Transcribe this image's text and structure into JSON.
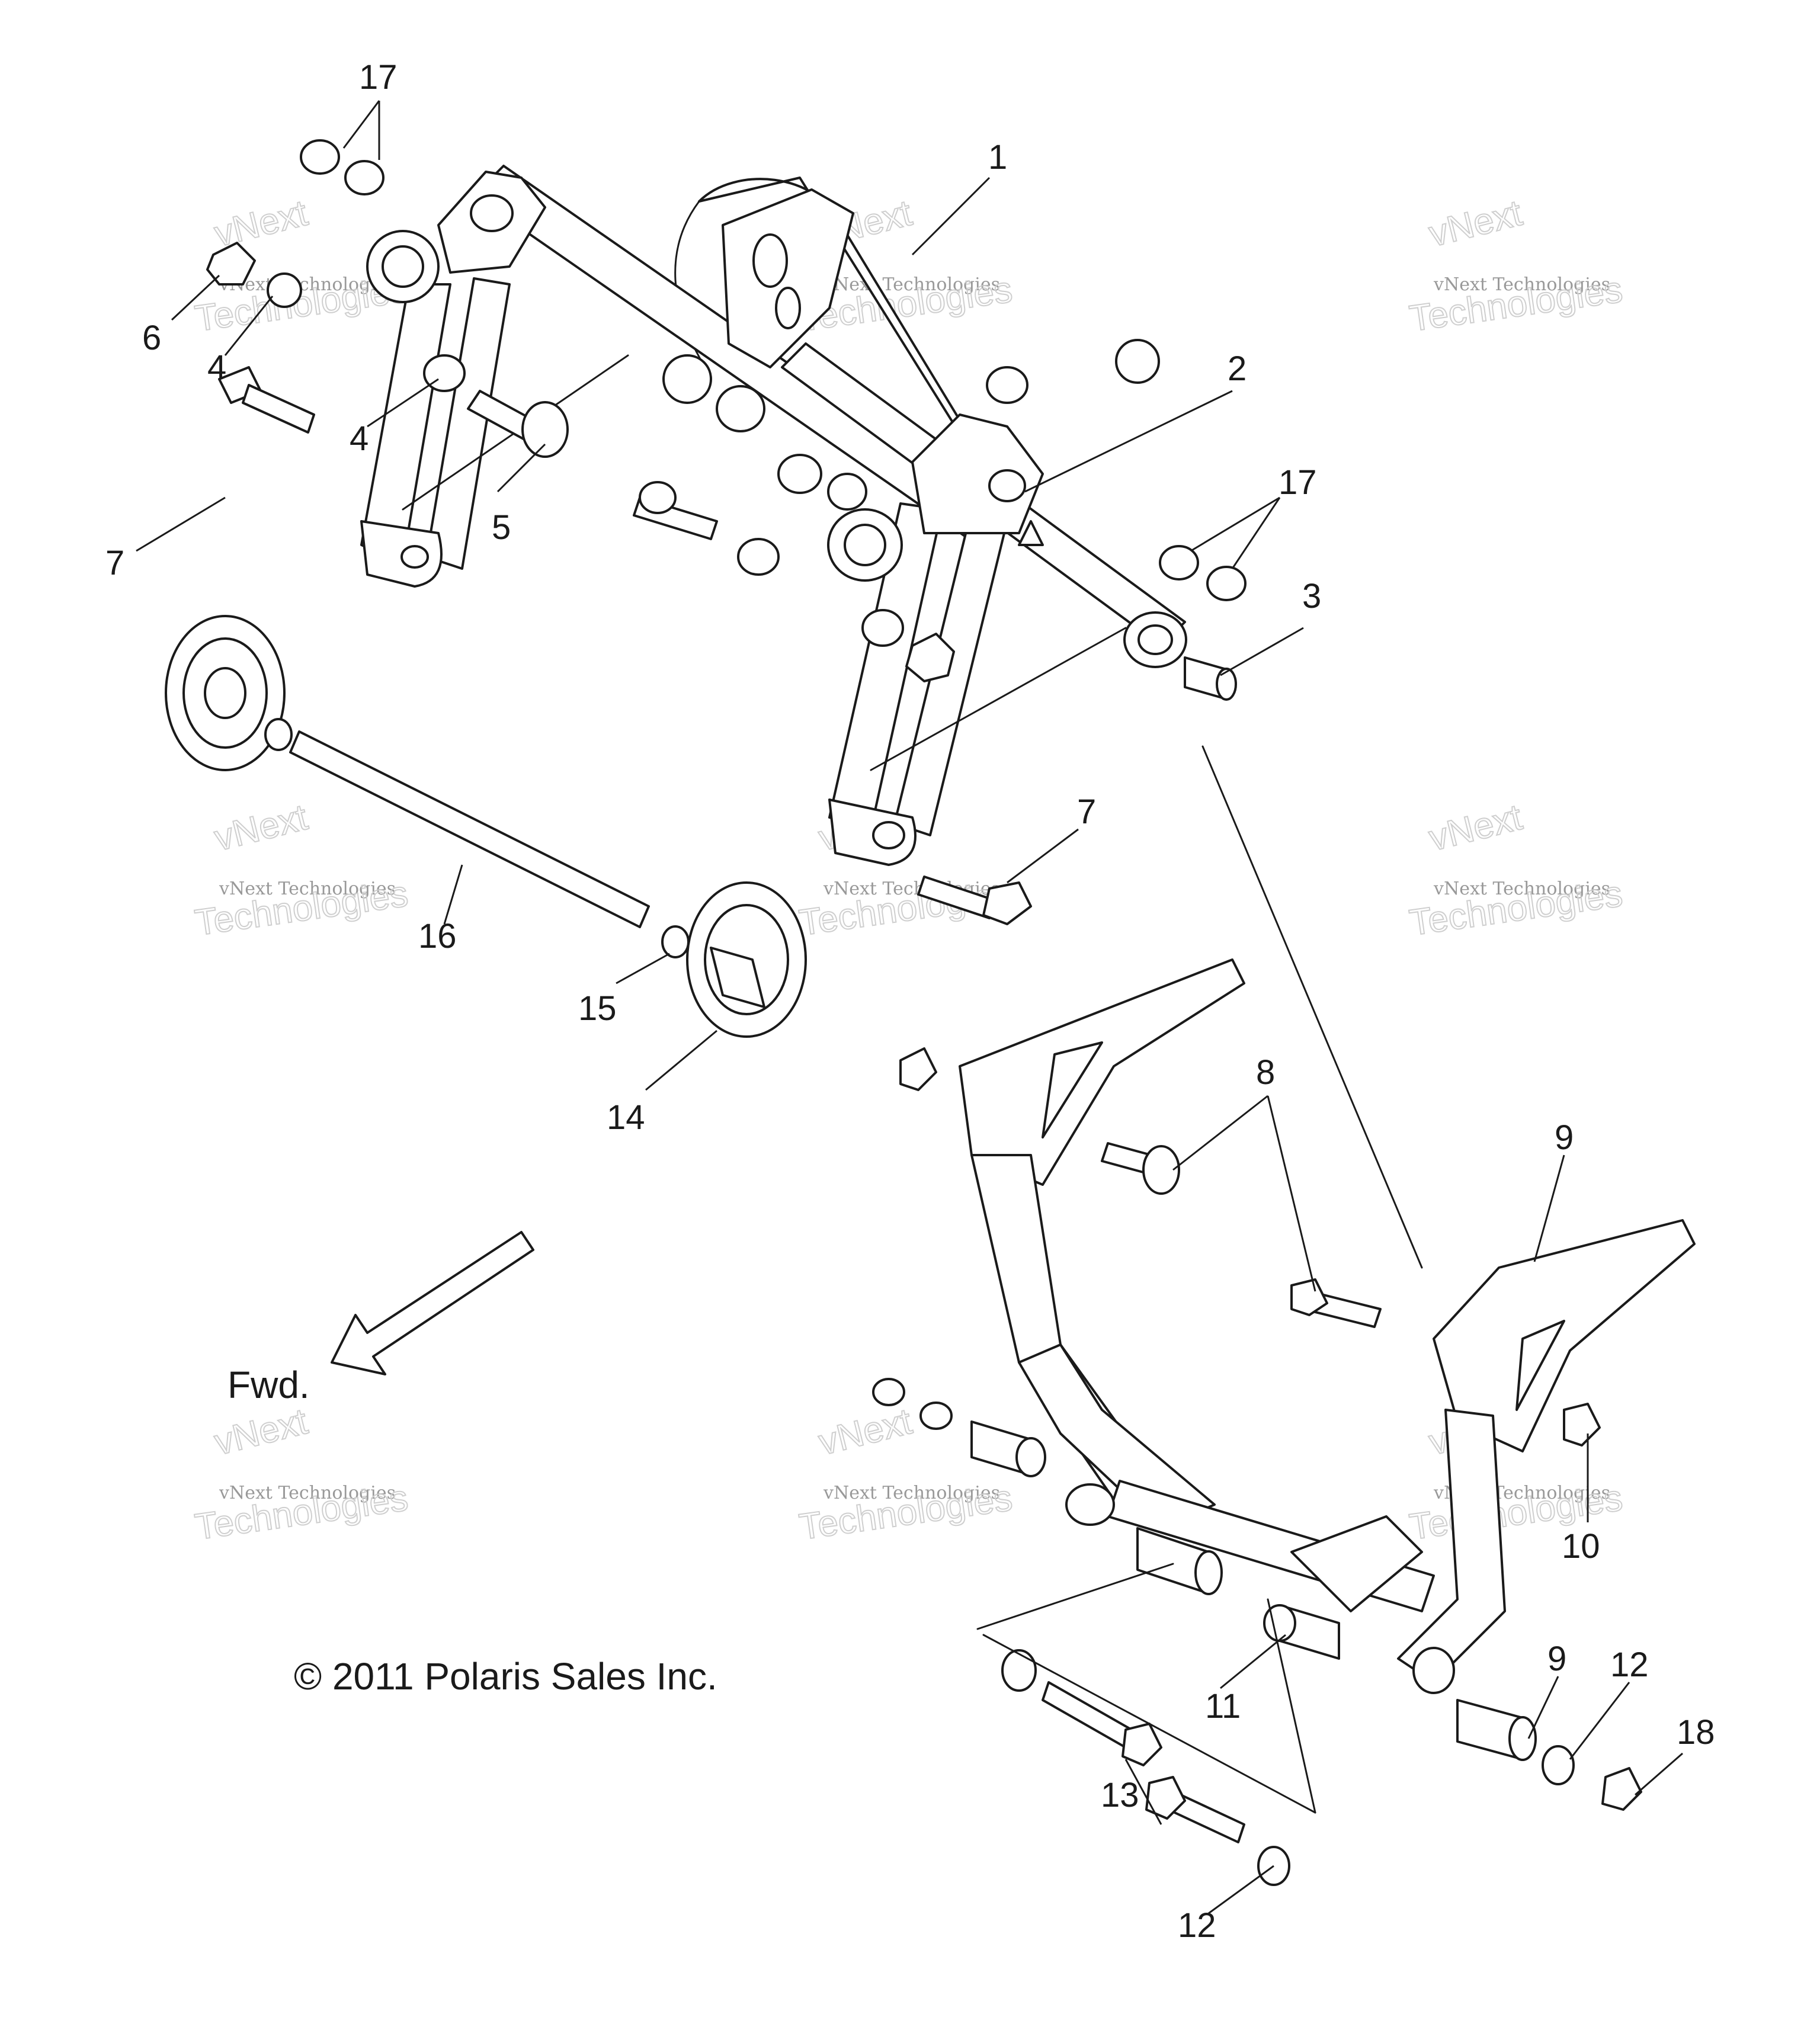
{
  "callouts": [
    "1",
    "2",
    "3",
    "4",
    "4",
    "5",
    "6",
    "7",
    "7",
    "8",
    "9",
    "9",
    "10",
    "11",
    "12",
    "12",
    "13",
    "14",
    "15",
    "16",
    "17",
    "17",
    "18"
  ],
  "direction_label": "Fwd.",
  "copyright": "© 2011 Polaris Sales Inc.",
  "watermark": {
    "line1": "vNext Technologies",
    "line2": "vNext",
    "line3": "Technologies"
  },
  "colors": {
    "ink": "#1a1a1a",
    "watermark": "#999999",
    "background": "#ffffff"
  }
}
